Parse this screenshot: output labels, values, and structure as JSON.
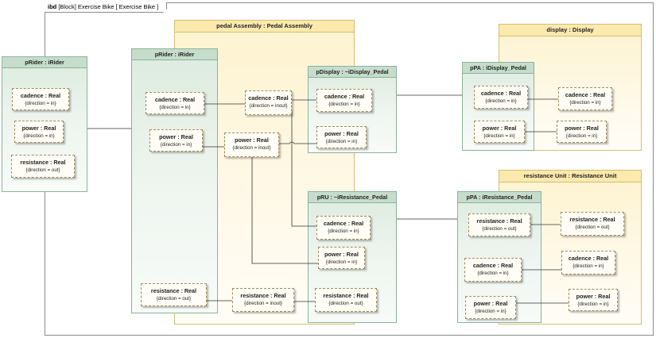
{
  "frame": {
    "keyword": "ibd",
    "label": "[Block] Exercise Bike [ Exercise Bike ]"
  },
  "parts": {
    "pedal": "pedal Assembly : Pedal Assembly",
    "display": "display : Display",
    "resistance_unit": "resistance Unit : Resistance Unit"
  },
  "ports": {
    "prider_outer": "pRider : iRider",
    "prider_inner": "pRider : iRider",
    "pdisplay": "pDisplay : ~iDisplay_Pedal",
    "ppa_display": "pPA : iDisplay_Pedal",
    "pru": "pRU : ~iResistance_Pedal",
    "ppa_resistance": "pPA : iResistance_Pedal"
  },
  "props": {
    "outer_cadence": {
      "name": "cadence : Real",
      "dir": "{direction = in}"
    },
    "outer_power": {
      "name": "power : Real",
      "dir": "{direction = in}"
    },
    "outer_resistance": {
      "name": "resistance : Real",
      "dir": "{direction = out}"
    },
    "inner_cadence": {
      "name": "cadence : Real",
      "dir": "{direction = in}"
    },
    "inner_power": {
      "name": "power : Real",
      "dir": "{direction = in}"
    },
    "inner_resistance": {
      "name": "resistance : Real",
      "dir": "{direction = out}"
    },
    "pedal_cadence": {
      "name": "cadence : Real",
      "dir": "{direction = inout}"
    },
    "pedal_power": {
      "name": "power : Real",
      "dir": "{direction = inout}"
    },
    "pedal_resistance": {
      "name": "resistance : Real",
      "dir": "{direction = inout}"
    },
    "pdisplay_cadence": {
      "name": "cadence : Real",
      "dir": "{direction = in}"
    },
    "pdisplay_power": {
      "name": "power : Real",
      "dir": "{direction = in}"
    },
    "pru_cadence": {
      "name": "cadence : Real",
      "dir": "{direction = in}"
    },
    "pru_power": {
      "name": "power : Real",
      "dir": "{direction = in}"
    },
    "pru_resistance": {
      "name": "resistance : Real",
      "dir": "{direction = out}"
    },
    "ppad_cadence": {
      "name": "cadence : Real",
      "dir": "{direction = in}"
    },
    "ppad_power": {
      "name": "power : Real",
      "dir": "{direction = in}"
    },
    "disp_cadence": {
      "name": "cadence : Real",
      "dir": "{direction = in}"
    },
    "disp_power": {
      "name": "power : Real",
      "dir": "{direction = in}"
    },
    "ppar_resistance": {
      "name": "resistance : Real",
      "dir": "{direction = out}"
    },
    "ppar_cadence": {
      "name": "cadence : Real",
      "dir": "{direction = in}"
    },
    "ppar_power": {
      "name": "power : Real",
      "dir": "{direction = in}"
    },
    "ru_resistance": {
      "name": "resistance : Real",
      "dir": "{direction = out}"
    },
    "ru_cadence": {
      "name": "cadence : Real",
      "dir": "{direction = in}"
    },
    "ru_power": {
      "name": "power : Real",
      "dir": "{direction = in}"
    }
  }
}
